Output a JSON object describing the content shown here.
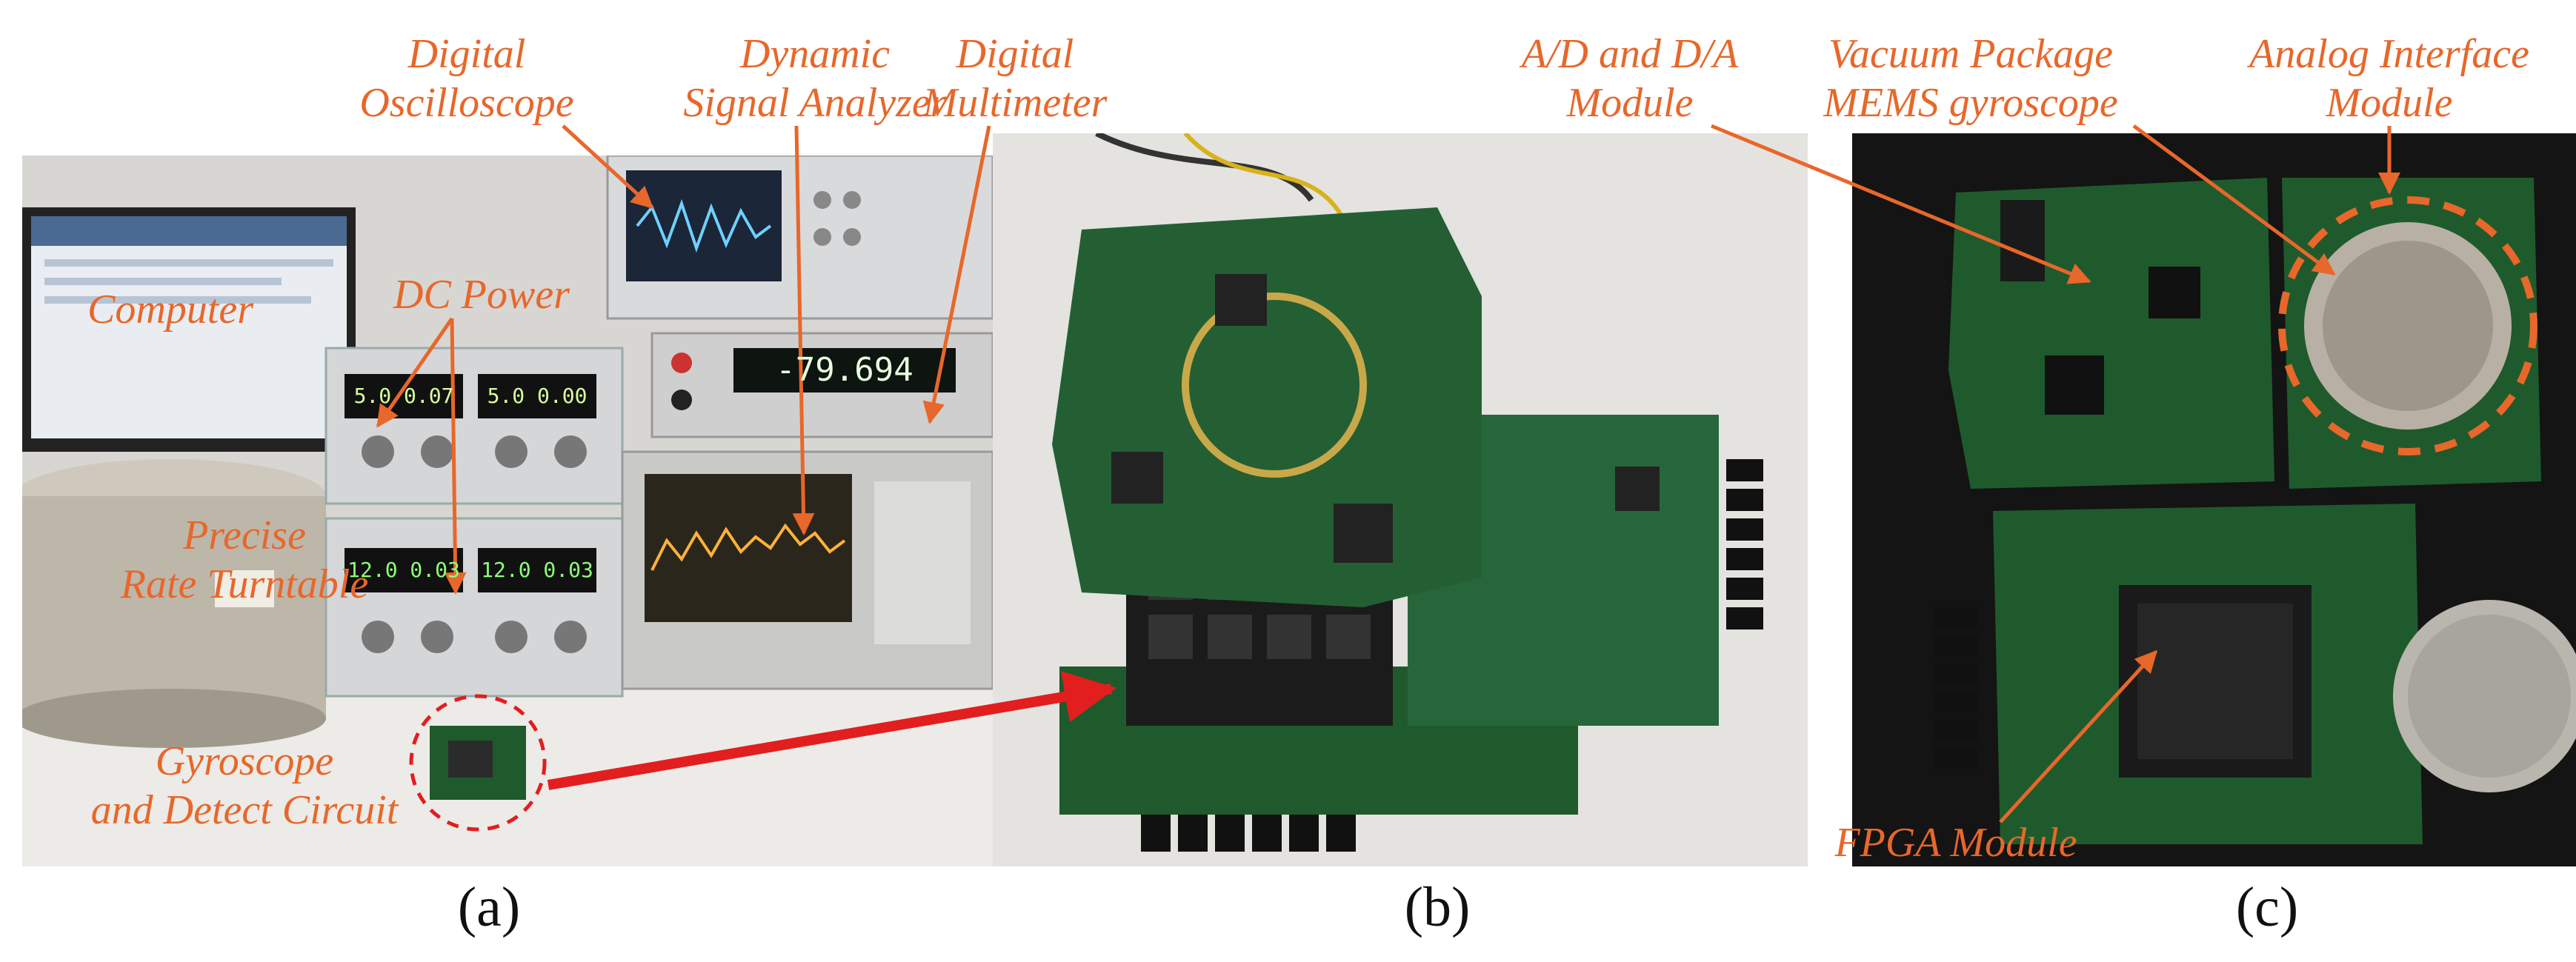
{
  "labels": {
    "digital_oscilloscope": "Digital\nOscilloscope",
    "dynamic_signal_analyzer": "Dynamic\nSignal Analyzer",
    "digital_multimeter": "Digital\nMultimeter",
    "computer": "Computer",
    "dc_power": "DC Power",
    "precise_rate_turntable": "Precise\nRate Turntable",
    "gyroscope_detect_circuit": "Gyroscope\nand Detect Circuit",
    "ad_da_module": "A/D and D/A\nModule",
    "vacuum_package_mems": "Vacuum Package\nMEMS gyroscope",
    "analog_interface_module": "Analog Interface\nModule",
    "fpga_module": "FPGA Module"
  },
  "captions": {
    "a": "(a)",
    "b": "(b)",
    "c": "(c)"
  },
  "readouts": {
    "psu_top_left": "5.0 0.07",
    "psu_top_right": "5.0 0.00",
    "psu_bottom_left": "12.0 0.03",
    "psu_bottom_right": "12.0 0.03",
    "multimeter": "-79.694"
  },
  "colors": {
    "annotation": "#e8672a",
    "arrow_red": "#e21e1e",
    "pcb_green": "#1f5a2c"
  }
}
